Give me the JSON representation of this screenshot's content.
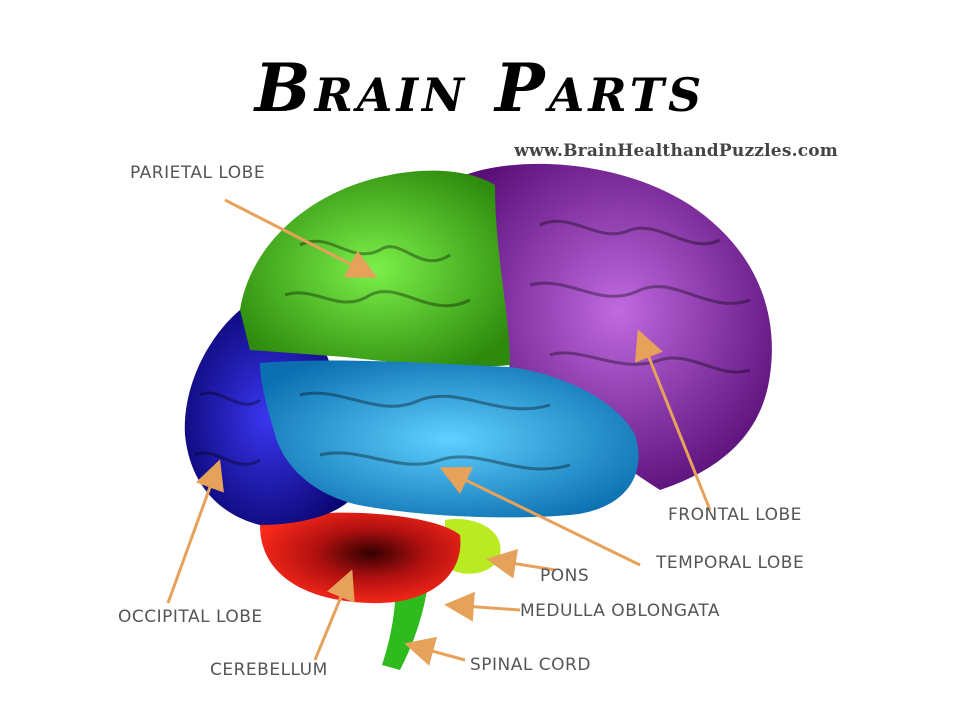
{
  "title": "Brain Parts",
  "watermark": "www.BrainHealthandPuzzles.com",
  "labels": {
    "parietal": "PARIETAL LOBE",
    "frontal": "FRONTAL LOBE",
    "temporal": "TEMPORAL LOBE",
    "pons": "PONS",
    "medulla": "MEDULLA OBLONGATA",
    "spinal": "SPINAL CORD",
    "occipital": "OCCIPITAL LOBE",
    "cerebellum": "CEREBELLUM"
  },
  "colors": {
    "parietal": "#4fd61a",
    "frontal": "#9b2fbf",
    "temporal": "#1ea3e0",
    "occipital": "#1d10c8",
    "cerebellum": "#d81c10",
    "pons": "#b9ea22",
    "spinal": "#2fba1e",
    "arrow": "#e6a25a"
  }
}
